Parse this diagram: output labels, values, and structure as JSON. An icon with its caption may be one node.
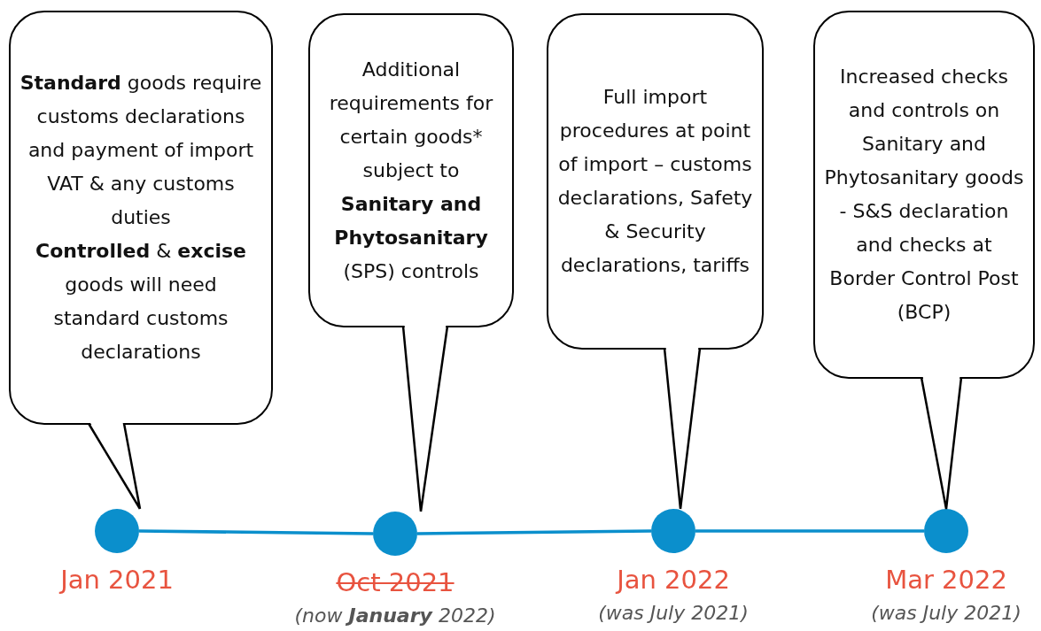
{
  "diagram": {
    "nodes": [
      {
        "text": [
          "**Standard** goods require customs declarations and payment of import VAT & any customs duties",
          "**Controlled** & **excise** goods will need standard customs declarations"
        ]
      },
      {
        "text": [
          "Additional requirements for certain goods* subject to **Sanitary and Phytosanitary** (SPS) controls"
        ]
      },
      {
        "text": [
          "Full import procedures at point of import – customs declarations, Safety & Security declarations, tariffs"
        ]
      },
      {
        "text": [
          "Increased checks and controls on Sanitary and Phytosanitary goods - S&S declaration and checks at Border Control Post (BCP)"
        ]
      },
      {
        "text": [],
        "shape": "circle",
        "beside": [
          "Jan 2021"
        ]
      },
      {
        "text": [],
        "shape": "circle",
        "beside": [
          "Oct 2021",
          "(now **January** 2022)"
        ]
      },
      {
        "text": [],
        "shape": "circle",
        "beside": [
          "Jan 2022",
          "(was July 2021)"
        ]
      },
      {
        "text": [],
        "shape": "circle",
        "beside": [
          "Mar 2022",
          "(was July 2021)"
        ]
      }
    ],
    "edges": [
      {
        "from": 4,
        "to": 5,
        "arrow": "none",
        "color": "#0b8fcc"
      },
      {
        "from": 5,
        "to": 6,
        "arrow": "none",
        "color": "#0b8fcc"
      },
      {
        "from": 6,
        "to": 7,
        "arrow": "none",
        "color": "#0b8fcc"
      },
      {
        "from": 0,
        "to": 4,
        "arrow": "none"
      },
      {
        "from": 1,
        "to": 5,
        "arrow": "none"
      },
      {
        "from": 2,
        "to": 6,
        "arrow": "none"
      },
      {
        "from": 3,
        "to": 7,
        "arrow": "none"
      }
    ]
  }
}
